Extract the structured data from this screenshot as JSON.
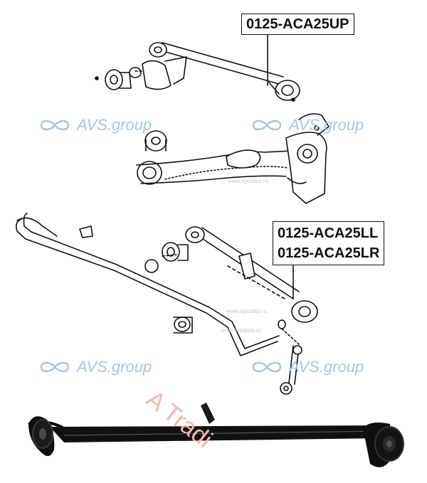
{
  "labels": {
    "upper_arm": "0125-ACA25UP",
    "lower_arm_left": "0125-ACA25LL",
    "lower_arm_right": "0125-ACA25LR"
  },
  "watermark": {
    "text": "AVS.group",
    "icon": "infinity-icon",
    "color": "#a8c8dc"
  },
  "stamp_text": "A Tradi",
  "source_marks": [
    "www.epcdata.ru",
    "www.epcdata.ru",
    "www.epcdata.ru"
  ],
  "colors": {
    "line": "#111111",
    "background": "#ffffff",
    "stamp": "#f2b9b2"
  }
}
